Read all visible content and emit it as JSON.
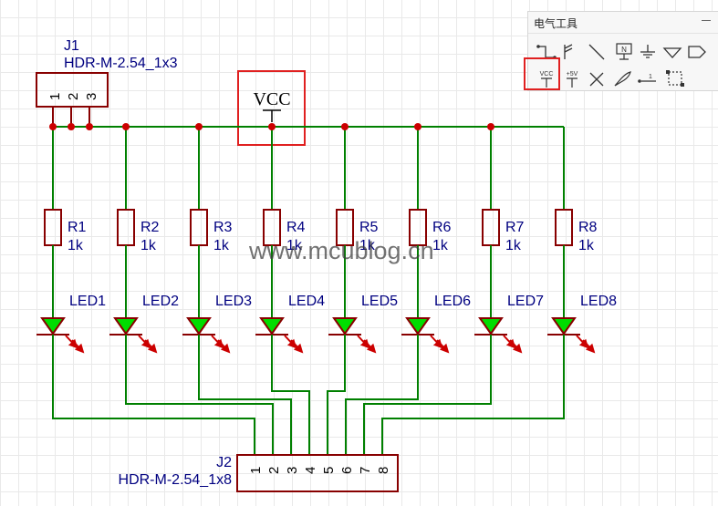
{
  "connectors": {
    "j1": {
      "ref": "J1",
      "footprint": "HDR-M-2.54_1x3",
      "pins": [
        "1",
        "2",
        "3"
      ]
    },
    "j2": {
      "ref": "J2",
      "footprint": "HDR-M-2.54_1x8",
      "pins": [
        "1",
        "2",
        "3",
        "4",
        "5",
        "6",
        "7",
        "8"
      ]
    }
  },
  "power": {
    "net": "VCC"
  },
  "resistors": [
    {
      "ref": "R1",
      "value": "1k"
    },
    {
      "ref": "R2",
      "value": "1k"
    },
    {
      "ref": "R3",
      "value": "1k"
    },
    {
      "ref": "R4",
      "value": "1k"
    },
    {
      "ref": "R5",
      "value": "1k"
    },
    {
      "ref": "R6",
      "value": "1k"
    },
    {
      "ref": "R7",
      "value": "1k"
    },
    {
      "ref": "R8",
      "value": "1k"
    }
  ],
  "leds": [
    {
      "ref": "LED1"
    },
    {
      "ref": "LED2"
    },
    {
      "ref": "LED3"
    },
    {
      "ref": "LED4"
    },
    {
      "ref": "LED5"
    },
    {
      "ref": "LED6"
    },
    {
      "ref": "LED7"
    },
    {
      "ref": "LED8"
    }
  ],
  "watermark": "www.mcublog.cn",
  "toolbox": {
    "title": "电气工具",
    "tools": [
      {
        "name": "wire",
        "icon": "wire-icon"
      },
      {
        "name": "bus",
        "icon": "bus-icon"
      },
      {
        "name": "line",
        "icon": "line-icon"
      },
      {
        "name": "net-label",
        "icon": "net-label-icon",
        "text": "N"
      },
      {
        "name": "ground",
        "icon": "ground-icon"
      },
      {
        "name": "ground-2",
        "icon": "ground-triangle-icon"
      },
      {
        "name": "net-port",
        "icon": "net-port-icon"
      },
      {
        "name": "vcc",
        "icon": "vcc-icon",
        "text": "VCC",
        "highlighted": true
      },
      {
        "name": "plus-5v",
        "icon": "plus-5v-icon",
        "text": "+5V"
      },
      {
        "name": "no-connect",
        "icon": "no-connect-icon"
      },
      {
        "name": "probe",
        "icon": "probe-icon"
      },
      {
        "name": "pin",
        "icon": "pin-icon",
        "text": "1"
      },
      {
        "name": "select-net",
        "icon": "select-net-icon"
      }
    ]
  },
  "colors": {
    "wire": "#008000",
    "junction": "#cc0000",
    "component": "#880000",
    "led_fill": "#00dd00",
    "label": "#000080",
    "highlight": "#e02020"
  }
}
